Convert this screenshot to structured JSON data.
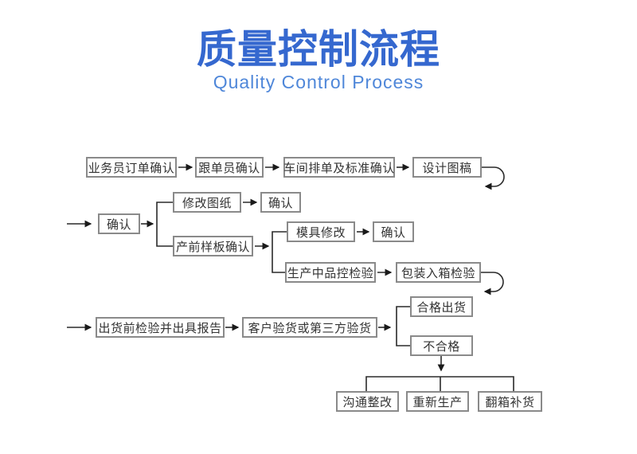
{
  "header": {
    "title": "质量控制流程",
    "subtitle": "Quality Control Process"
  },
  "nodes": {
    "salesman_order_confirm": {
      "label": "业务员订单确认"
    },
    "merchandiser_confirm": {
      "label": "跟单员确认"
    },
    "workshop_schedule_standard_confirm": {
      "label": "车间排单及标准确认"
    },
    "design_draft": {
      "label": "设计图稿"
    },
    "confirm_1": {
      "label": "确认"
    },
    "modify_drawing": {
      "label": "修改图纸"
    },
    "confirm_2": {
      "label": "确认"
    },
    "pre_production_sample_confirm": {
      "label": "产前样板确认"
    },
    "mold_modify": {
      "label": "模具修改"
    },
    "confirm_3": {
      "label": "确认"
    },
    "in_production_qc_inspection": {
      "label": "生产中品控检验"
    },
    "packing_carton_inspection": {
      "label": "包装入箱检验"
    },
    "pre_shipment_inspection_report": {
      "label": "出货前检验并出具报告"
    },
    "customer_or_third_party_inspection": {
      "label": "客户验货或第三方验货"
    },
    "qualified_shipment": {
      "label": "合格出货"
    },
    "unqualified": {
      "label": "不合格"
    },
    "communicate_rectify": {
      "label": "沟通整改"
    },
    "re_production": {
      "label": "重新生产"
    },
    "carton_replenishment": {
      "label": "翻箱补货"
    }
  },
  "colors": {
    "title_blue": "#3568cf",
    "subtitle_blue": "#4f87d9",
    "box_border": "#8a8a8a",
    "box_text": "#333333",
    "line": "#2a2a2a"
  }
}
